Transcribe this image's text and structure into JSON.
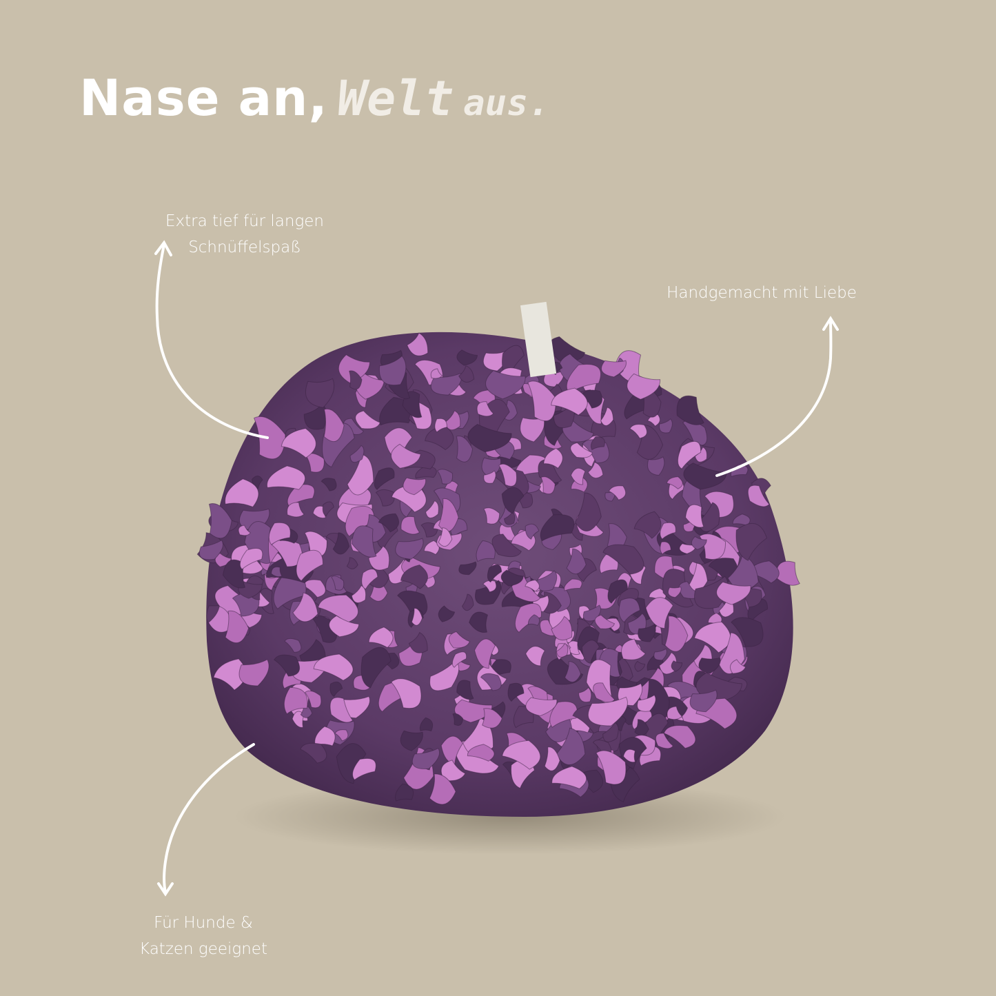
{
  "headline": {
    "part1": "Nase an,",
    "part2": "Welt",
    "part3": "aus."
  },
  "features": {
    "deep_line1": "Extra tief für langen",
    "deep_line2": "Schnüffelspaß",
    "handmade": "Handgemacht mit Liebe",
    "pets_line1": "Für Hunde &",
    "pets_line2": "Katzen geeignet"
  },
  "colors": {
    "background": "#c9bfab",
    "light_purple": "#c77fc8",
    "dark_purple": "#5c3a66"
  }
}
